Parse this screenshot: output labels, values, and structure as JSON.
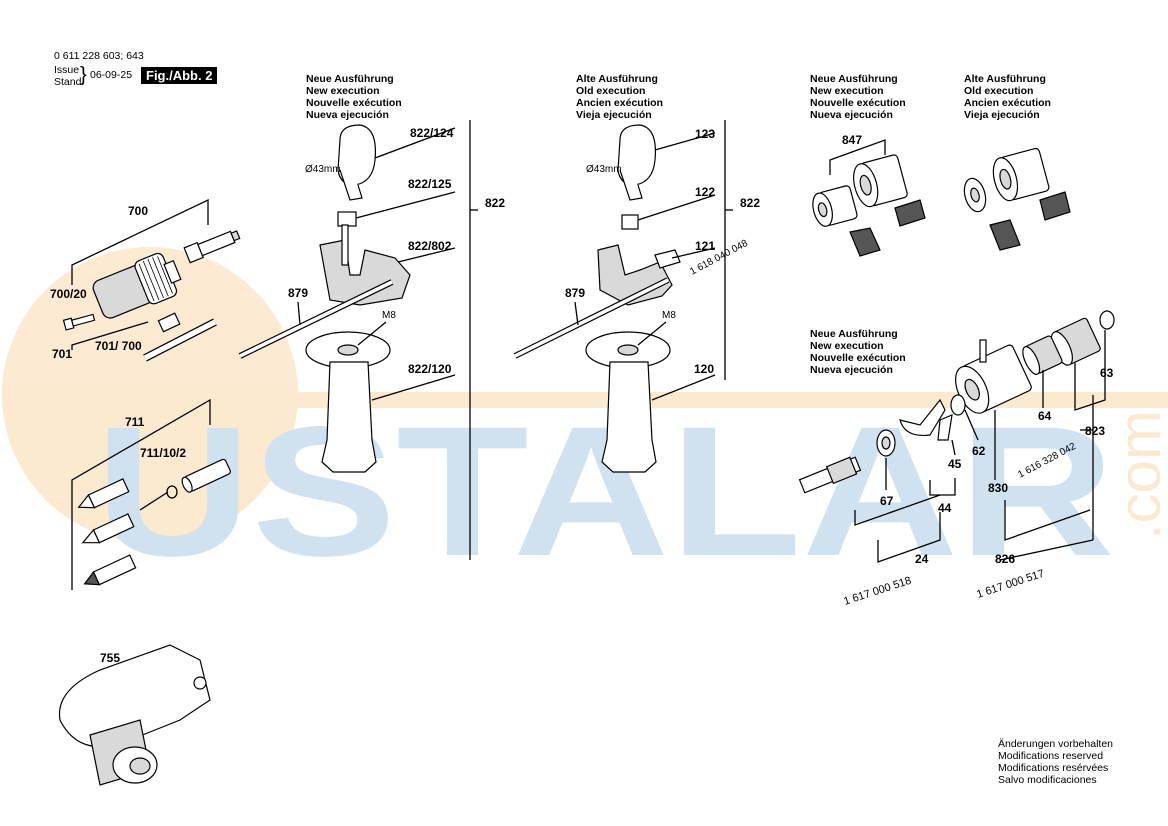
{
  "header": {
    "doc_number": "0 611 228 603; 643",
    "issue_label": "Issue",
    "stand_label": "Stand",
    "date": "06-09-25",
    "fig_label": "Fig./Abb. 2"
  },
  "watermark": {
    "text": "USTALAR",
    "suffix": ".com",
    "color_blue": "#2f7fbf",
    "color_orange": "#f0a030"
  },
  "sections": {
    "new_exec_1": [
      "Neue Ausführung",
      "New execution",
      "Nouvelle exécution",
      "Nueva ejecución"
    ],
    "old_exec_1": [
      "Alte Ausführung",
      "Old execution",
      "Ancien exécution",
      "Vieja ejecución"
    ],
    "new_exec_2": [
      "Neue Ausführung",
      "New execution",
      "Nouvelle exécution",
      "Nueva ejecución"
    ],
    "old_exec_2": [
      "Alte Ausführung",
      "Old execution",
      "Ancien exécution",
      "Vieja ejecución"
    ],
    "new_exec_3": [
      "Neue Ausführung",
      "New execution",
      "Nouvelle exécution",
      "Nueva ejecución"
    ]
  },
  "labels": {
    "p700": "700",
    "p700_20": "700/20",
    "p701": "701",
    "p701_700": "701/ 700",
    "p711": "711",
    "p711_10_2": "711/10/2",
    "p755": "755",
    "p879a": "879",
    "p822_124": "822/124",
    "p822_125": "822/125",
    "p822_802": "822/802",
    "p822_120": "822/120",
    "p822a": "822",
    "m8a": "M8",
    "d43a": "Ø43mm",
    "p879b": "879",
    "p123": "123",
    "p122": "122",
    "p121": "121",
    "p120": "120",
    "p822b": "822",
    "m8b": "M8",
    "d43b": "Ø43mm",
    "ref_1618": "1 618 040 048",
    "p847": "847",
    "p63": "63",
    "p64": "64",
    "p62": "62",
    "p45": "45",
    "p830": "830",
    "p67": "67",
    "p44": "44",
    "p24": "24",
    "p826": "826",
    "p823": "823",
    "ref_1616": "1 616 328 042",
    "ref_518": "1 617 000 518",
    "ref_517": "1 617 000 517"
  },
  "footer_notes": [
    "Änderungen vorbehalten",
    "Modifications reserved",
    "Modifications resérvées",
    "Salvo modificaciones"
  ]
}
